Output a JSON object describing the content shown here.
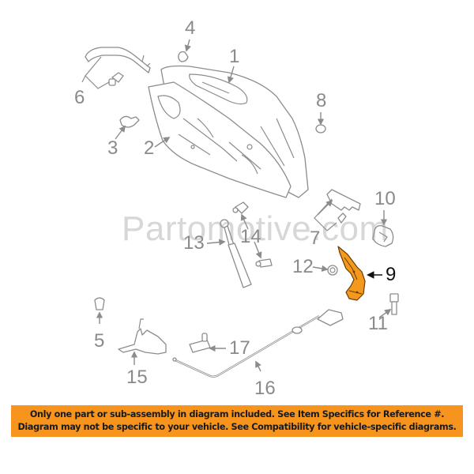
{
  "diagram": {
    "title": "Hood assembly exploded parts diagram",
    "highlighted_part": "9",
    "highlight_color": "#f39a1e",
    "line_color": "#8c8c8c",
    "callouts": [
      {
        "id": "1",
        "label": "1",
        "part": "hood-panel"
      },
      {
        "id": "2",
        "label": "2",
        "part": "hood-insulator"
      },
      {
        "id": "3",
        "label": "3",
        "part": "retainer-clip"
      },
      {
        "id": "4",
        "label": "4",
        "part": "bumper"
      },
      {
        "id": "5",
        "label": "5",
        "part": "bumper-stop"
      },
      {
        "id": "6",
        "label": "6",
        "part": "weatherstrip-and-clip"
      },
      {
        "id": "7",
        "label": "7",
        "part": "seal-and-clip"
      },
      {
        "id": "8",
        "label": "8",
        "part": "plug"
      },
      {
        "id": "9",
        "label": "9",
        "part": "hood-hinge"
      },
      {
        "id": "10",
        "label": "10",
        "part": "bracket"
      },
      {
        "id": "11",
        "label": "11",
        "part": "bolt"
      },
      {
        "id": "12",
        "label": "12",
        "part": "nut"
      },
      {
        "id": "13",
        "label": "13",
        "part": "lift-support"
      },
      {
        "id": "14",
        "label": "14",
        "part": "ball-stud"
      },
      {
        "id": "15",
        "label": "15",
        "part": "hood-latch"
      },
      {
        "id": "16",
        "label": "16",
        "part": "release-cable"
      },
      {
        "id": "17",
        "label": "17",
        "part": "striker"
      }
    ]
  },
  "watermark": "Partomotive.com",
  "banner": {
    "background": "#f7941d",
    "line1": "Only one part or sub-assembly in diagram included. See Item Specifics for Reference #.",
    "line2": "Diagram may not be specific to your vehicle. See Compatibility for vehicle-specific diagrams."
  }
}
